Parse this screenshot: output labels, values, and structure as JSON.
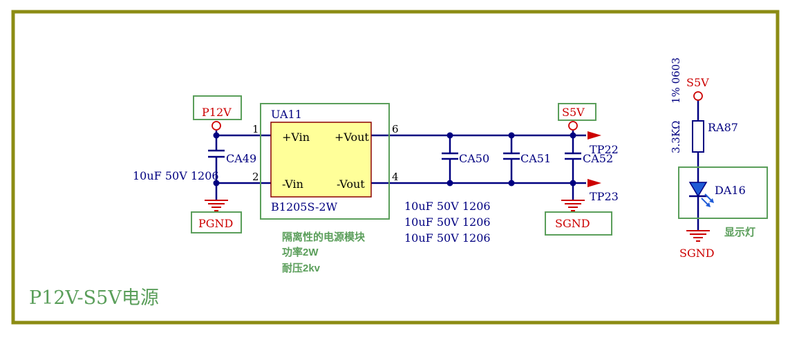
{
  "colors": {
    "frame": "#8c8c14",
    "wire": "#000080",
    "part_outline": "#8b0000",
    "part_fill": "#ffff99",
    "power_red": "#cc0000",
    "green": "#5a9e5a",
    "label_blue": "#000080",
    "diode_blue": "#1f5bd6"
  },
  "sheet": {
    "title": "P12V-S5V电源"
  },
  "module": {
    "designator": "UA11",
    "value": "B1205S-2W",
    "pin_vin_pos": "+Vin",
    "pin_vin_neg": "-Vin",
    "pin_vout_pos": "+Vout",
    "pin_vout_neg": "-Vout",
    "pin1": "1",
    "pin2": "2",
    "pin6": "6",
    "pin4": "4",
    "notes": [
      "隔离性的电源模块",
      "功率2W",
      "耐压2kv"
    ]
  },
  "nets": {
    "p12v": "P12V",
    "s5v_out": "S5V",
    "pgnd": "PGND",
    "sgnd_out": "SGND",
    "s5v_led": "S5V",
    "sgnd_led": "SGND"
  },
  "capacitors": {
    "ca49": {
      "designator": "CA49",
      "value": "10uF 50V 1206"
    },
    "ca50": {
      "designator": "CA50"
    },
    "ca51": {
      "designator": "CA51"
    },
    "ca52": {
      "designator": "CA52"
    },
    "out_values": [
      "10uF 50V 1206",
      "10uF 50V 1206",
      "10uF 50V 1206"
    ]
  },
  "test_points": {
    "tp22": "TP22",
    "tp23": "TP23"
  },
  "resistor": {
    "designator": "RA87",
    "value": "3.3KΩ",
    "tolerance_package": "1% 0603"
  },
  "led": {
    "designator": "DA16",
    "caption": "显示灯"
  }
}
